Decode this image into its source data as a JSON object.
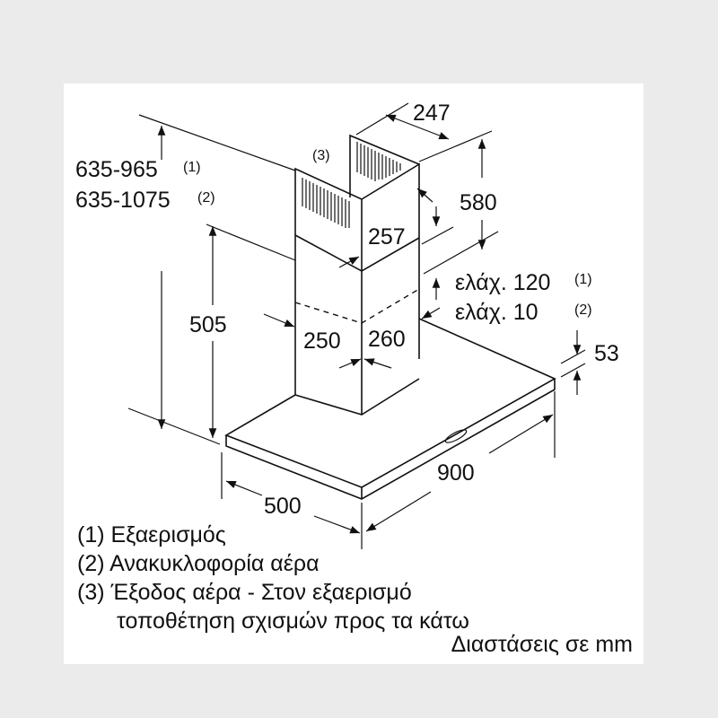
{
  "dimensions": {
    "total_height_vent": "635-965",
    "total_height_vent_note": "(1)",
    "total_height_recirc": "635-1075",
    "total_height_recirc_note": "(2)",
    "chimney_depth": "247",
    "upper_chimney_height": "580",
    "upper_chimney_width": "257",
    "lower_height": "505",
    "min_vent": "ελάχ. 120",
    "min_vent_note": "(1)",
    "min_recirc": "ελάχ. 10",
    "min_recirc_note": "(2)",
    "lower_chimney_width": "250",
    "lower_chimney_depth": "260",
    "hood_thickness": "53",
    "hood_width": "900",
    "hood_depth": "500",
    "outlet_label": "(3)"
  },
  "legend": [
    "(1) Εξαερισμός",
    "(2) Ανακυκλοφορία αέρα",
    "(3) Έξοδος αέρα - Στον εξαερισμό",
    "τοποθέτηση σχισμών προς τα κάτω"
  ],
  "units_note": "Διαστάσεις σε mm"
}
